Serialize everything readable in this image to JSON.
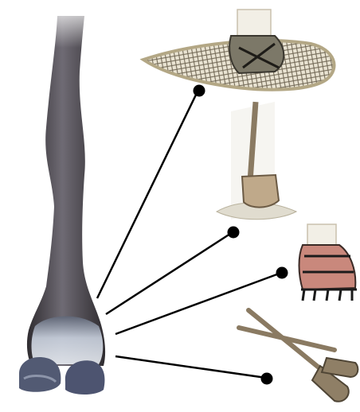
{
  "figure": {
    "subject": "leg-and-hoof",
    "callouts": [
      {
        "name": "snowshoe"
      },
      {
        "name": "shovel"
      },
      {
        "name": "crampon-boot"
      },
      {
        "name": "paddles"
      }
    ]
  },
  "colors": {
    "leg_dark": "#3e3b3f",
    "leg_mid": "#6a6670",
    "hoof_light": "#d7dde6",
    "hoof_dark": "#4a4f63",
    "line": "#000000",
    "dot": "#000000",
    "snowshoe_frame": "#cbbf9f",
    "boot_red": "#c9887c",
    "wood": "#8a7a62",
    "sock": "#f2efe6"
  }
}
